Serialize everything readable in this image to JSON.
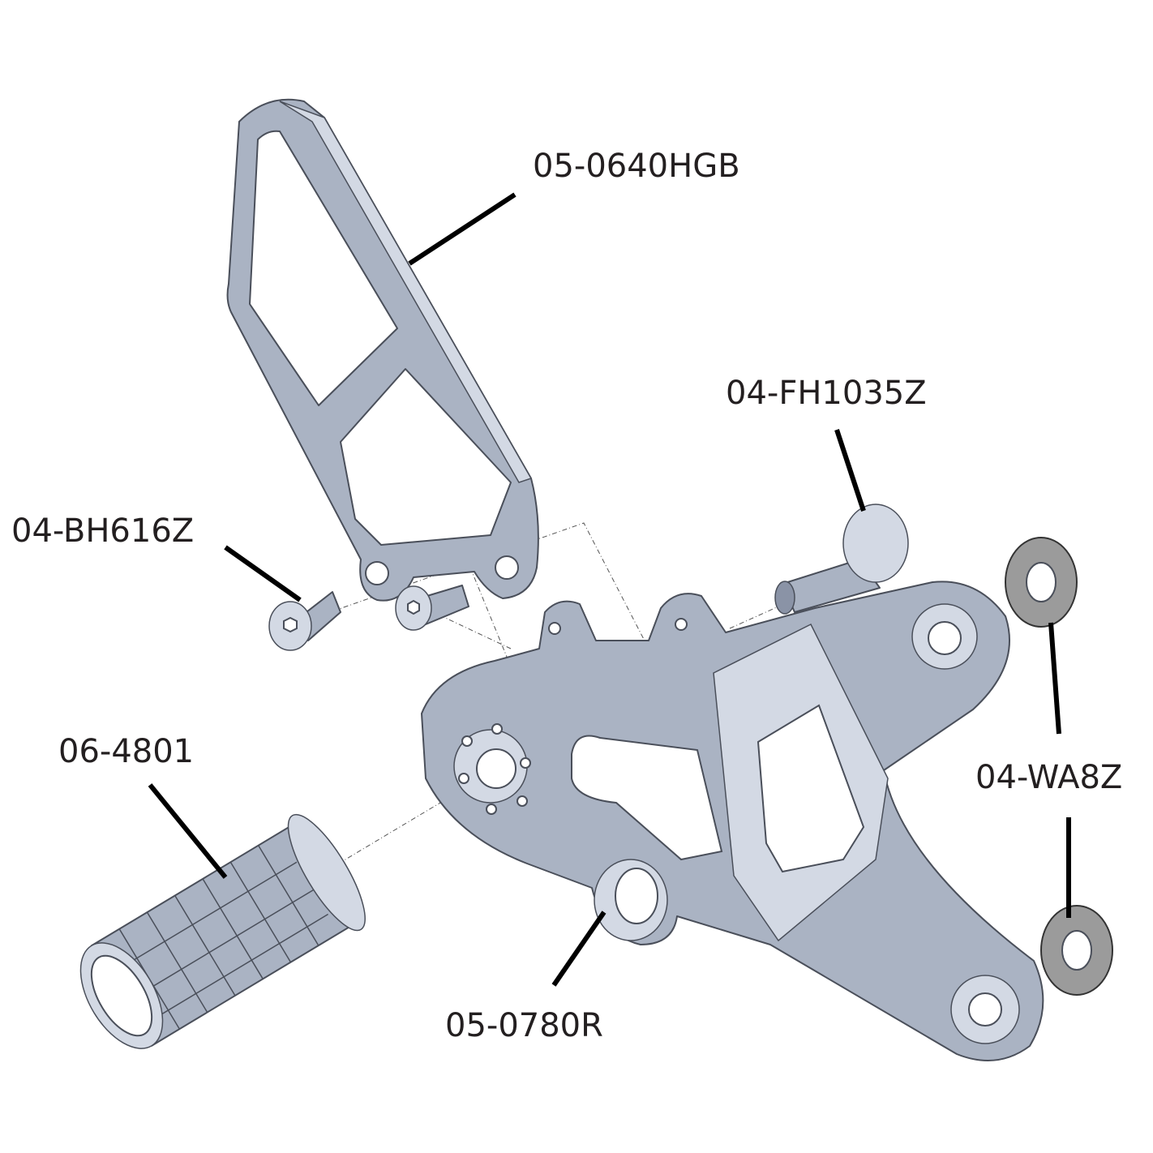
{
  "diagram": {
    "type": "exploded parts diagram",
    "labels": {
      "heel_guard": "05-0640HGB",
      "flange_bolt": "04-FH1035Z",
      "button_head_bolts": "04-BH616Z",
      "footpeg": "06-4801",
      "washers": "04-WA8Z",
      "bracket": "05-0780R"
    },
    "colors": {
      "part": "#aab3c3",
      "washer": "#9b9b9b",
      "leader": "#000000",
      "text": "#231f20"
    }
  }
}
